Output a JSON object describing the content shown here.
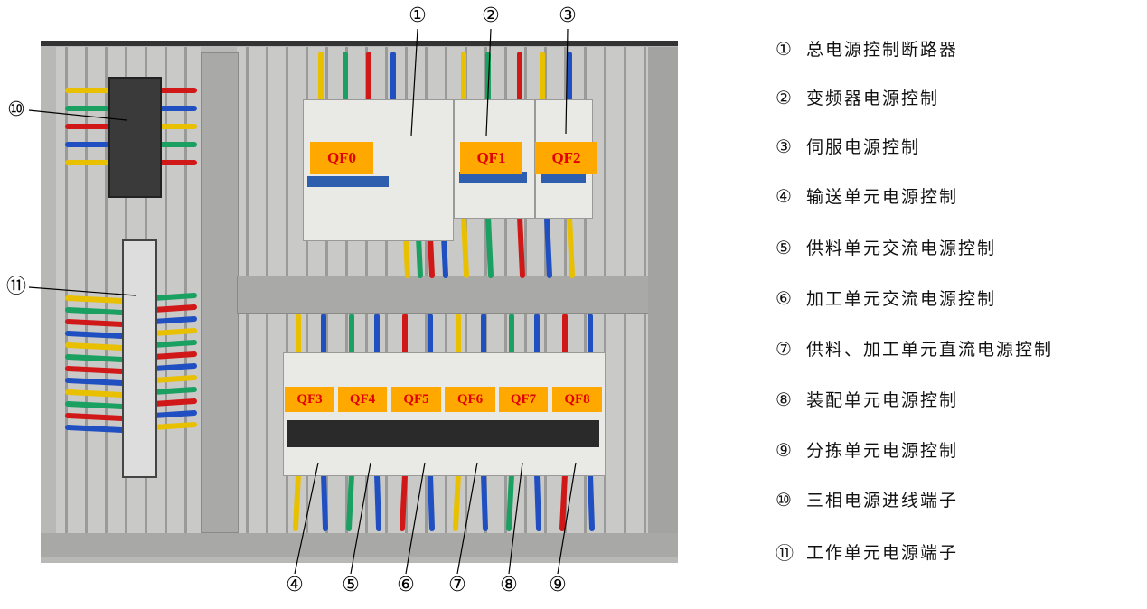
{
  "breaker_labels": {
    "qf0": "QF0",
    "qf1": "QF1",
    "qf2": "QF2",
    "qf3": "QF3",
    "qf4": "QF4",
    "qf5": "QF5",
    "qf6": "QF6",
    "qf7": "QF7",
    "qf8": "QF8"
  },
  "callouts": {
    "c1": "①",
    "c2": "②",
    "c3": "③",
    "c4": "④",
    "c5": "⑤",
    "c6": "⑥",
    "c7": "⑦",
    "c8": "⑧",
    "c9": "⑨",
    "c10": "⑩",
    "c11": "⑪"
  },
  "legend": [
    {
      "num": "①",
      "text": "总电源控制断路器"
    },
    {
      "num": "②",
      "text": "变频器电源控制"
    },
    {
      "num": "③",
      "text": "伺服电源控制"
    },
    {
      "num": "④",
      "text": "输送单元电源控制"
    },
    {
      "num": "⑤",
      "text": "供料单元交流电源控制"
    },
    {
      "num": "⑥",
      "text": "加工单元交流电源控制"
    },
    {
      "num": "⑦",
      "text": "供料、加工单元直流电源控制"
    },
    {
      "num": "⑧",
      "text": "装配单元电源控制"
    },
    {
      "num": "⑨",
      "text": "分拣单元电源控制"
    },
    {
      "num": "⑩",
      "text": "三相电源进线端子"
    },
    {
      "num": "⑪",
      "text": "工作单元电源端子"
    }
  ]
}
